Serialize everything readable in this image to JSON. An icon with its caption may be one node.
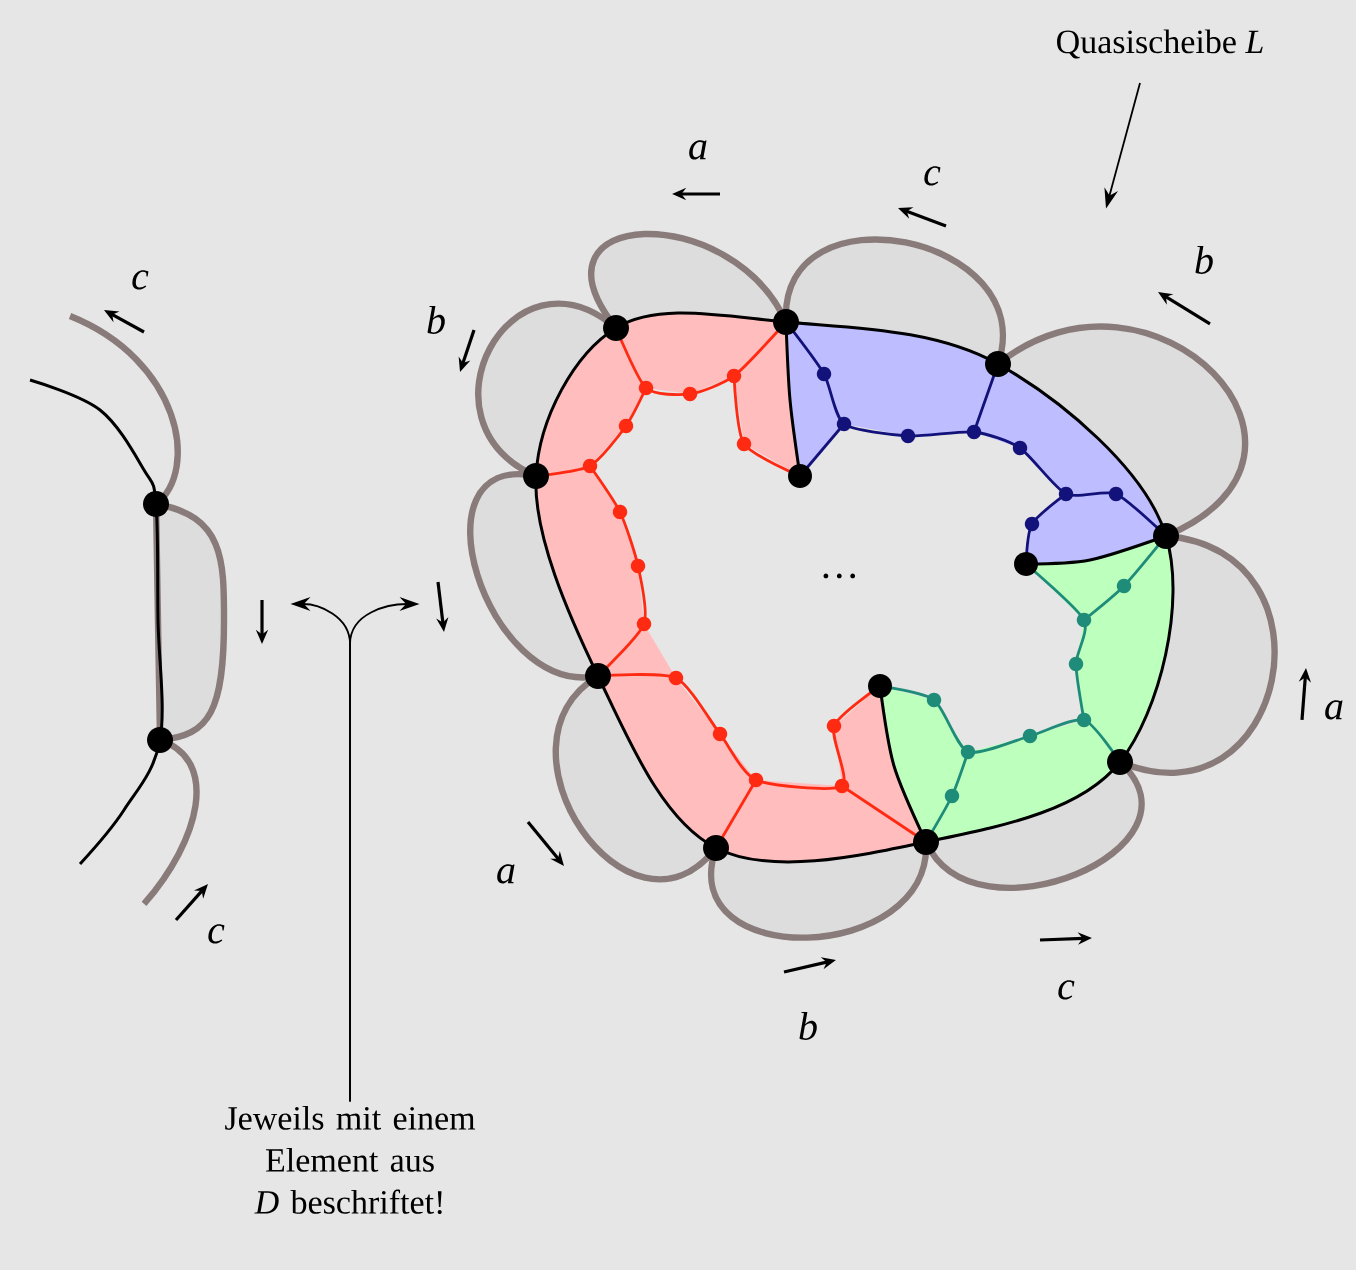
{
  "diagram": {
    "nodes": [
      {
        "text": [
          "Quasischeibe *L*"
        ]
      },
      {
        "text": [],
        "shape": "picture"
      },
      {
        "text": [
          "Jeweils mit einem Element aus *D* beschriftet!"
        ]
      },
      {
        "text": [],
        "shape": "arrow"
      },
      {
        "text": [],
        "shape": "arrow"
      }
    ],
    "edges": [
      {
        "from": 0,
        "to": 1,
        "arrow": "to"
      },
      {
        "from": 2,
        "to": 3,
        "arrow": "to"
      },
      {
        "from": 2,
        "to": 4,
        "arrow": "to"
      }
    ],
    "labels": [
      "a",
      "c",
      "b",
      "c",
      "b",
      "…",
      "a",
      "a",
      "c",
      "c",
      "b"
    ]
  }
}
